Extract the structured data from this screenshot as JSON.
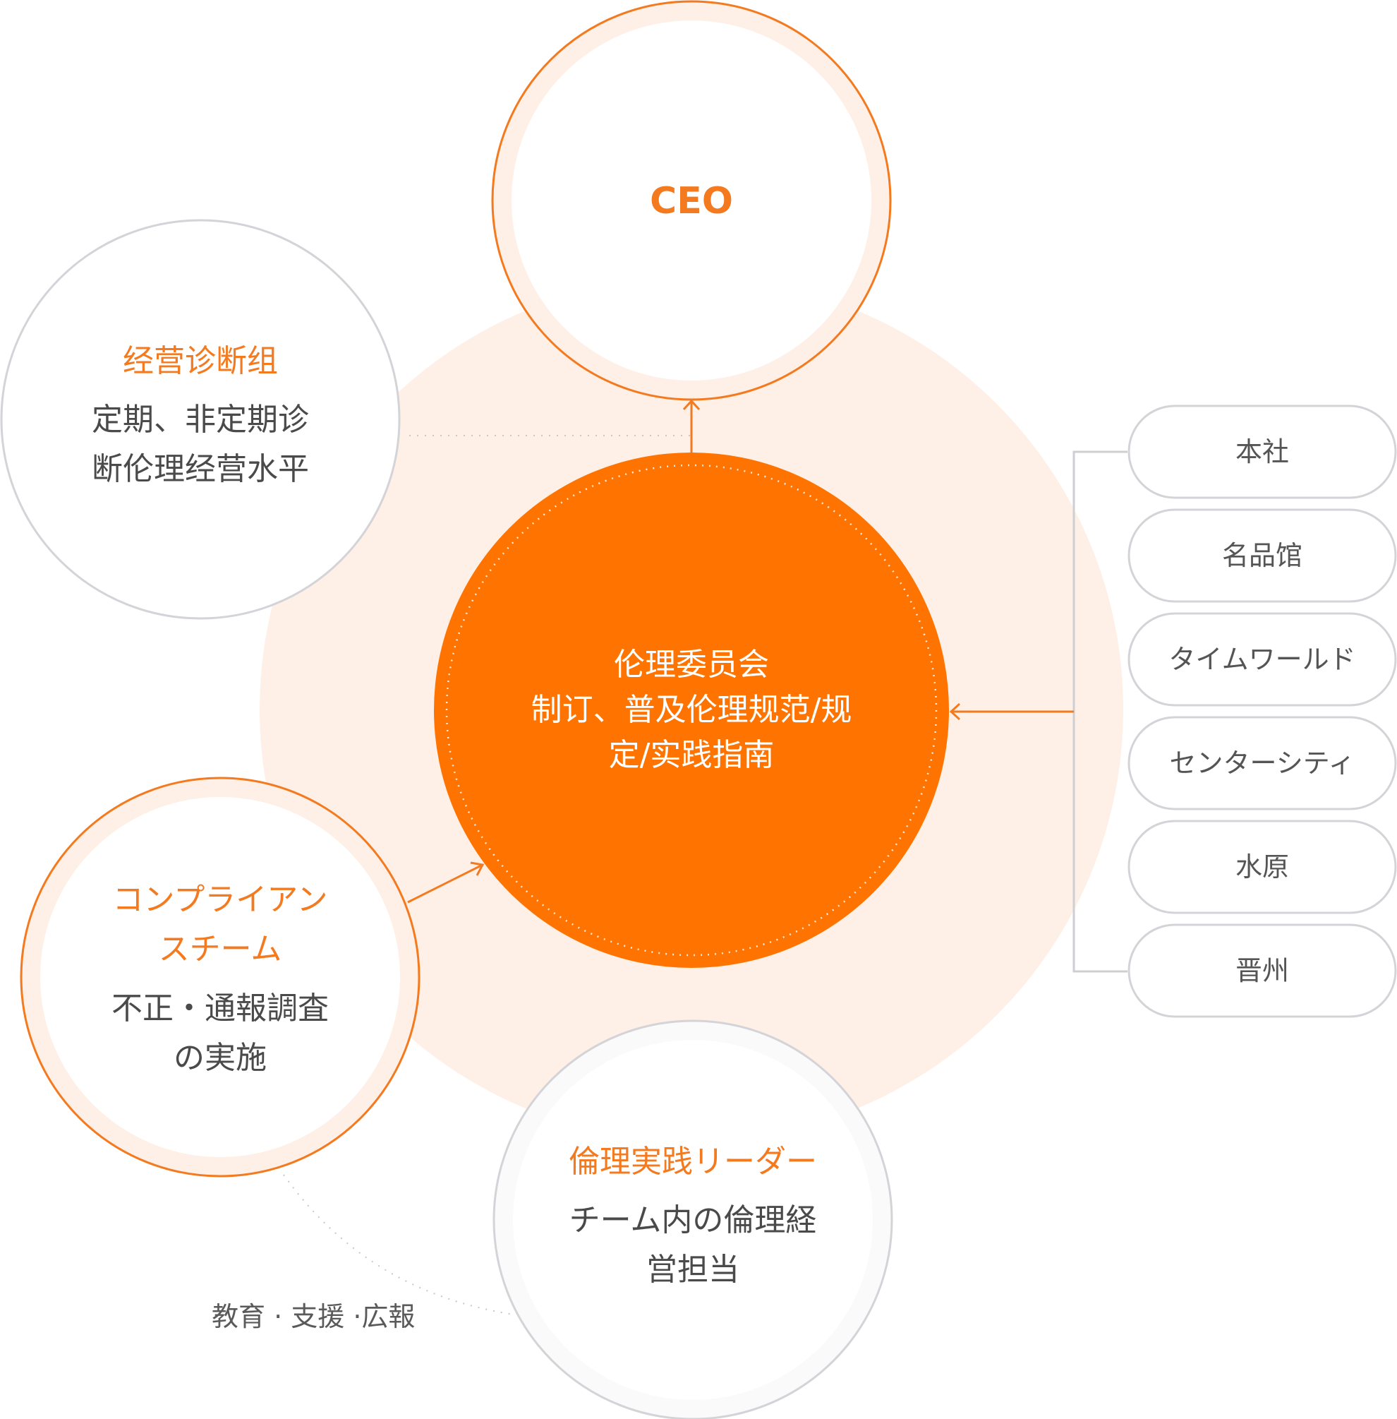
{
  "colors": {
    "accent": "#ff7300",
    "accent_line": "#f47a20",
    "halo": "#fef0e6",
    "gray_outline": "#d4d3d8",
    "text_gray": "#4a4a4a"
  },
  "ceo": {
    "label": "CEO"
  },
  "center": {
    "lines": [
      "伦理委员会",
      "制订、普及伦理规范/规",
      "定/实践指南"
    ]
  },
  "diagnosis": {
    "title": "经营诊断组",
    "lines": [
      "定期、非定期诊",
      "断伦理经营水平"
    ]
  },
  "compliance": {
    "title_lines": [
      "コンプライアン",
      "スチーム"
    ],
    "lines": [
      "不正・通報調査",
      "の実施"
    ]
  },
  "leader": {
    "title": "倫理実践リーダー",
    "lines": [
      "チーム内の倫理経",
      "営担当"
    ]
  },
  "note": {
    "label": "教育 · 支援 ·広報"
  },
  "sites": [
    {
      "label": "本社"
    },
    {
      "label": "名品馆"
    },
    {
      "label": "タイムワールド"
    },
    {
      "label": "センターシティ"
    },
    {
      "label": "水原"
    },
    {
      "label": "晋州"
    }
  ]
}
